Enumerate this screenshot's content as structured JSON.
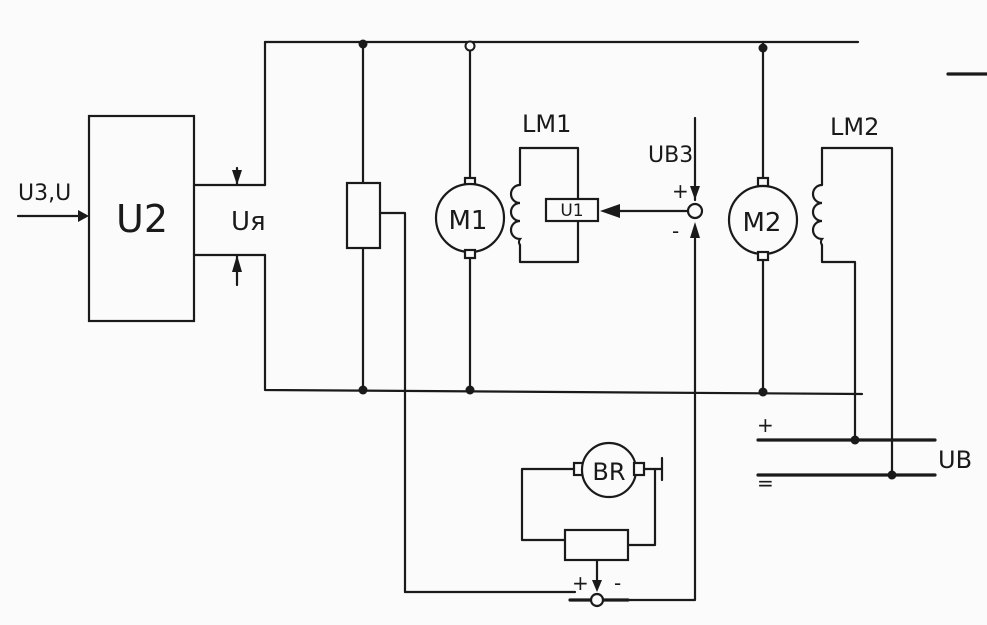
{
  "labels": {
    "input_signal": "U3,U",
    "converter": "U2",
    "armature_voltage": "Uя",
    "motor1": "M1",
    "motor2": "M2",
    "field1": "LM1",
    "field2": "LM2",
    "unit1": "U1",
    "excitation_ref": "UB3",
    "excitation_supply": "UB",
    "tacho": "BR",
    "plus": "+",
    "minus": "-",
    "minus_bar": "="
  }
}
